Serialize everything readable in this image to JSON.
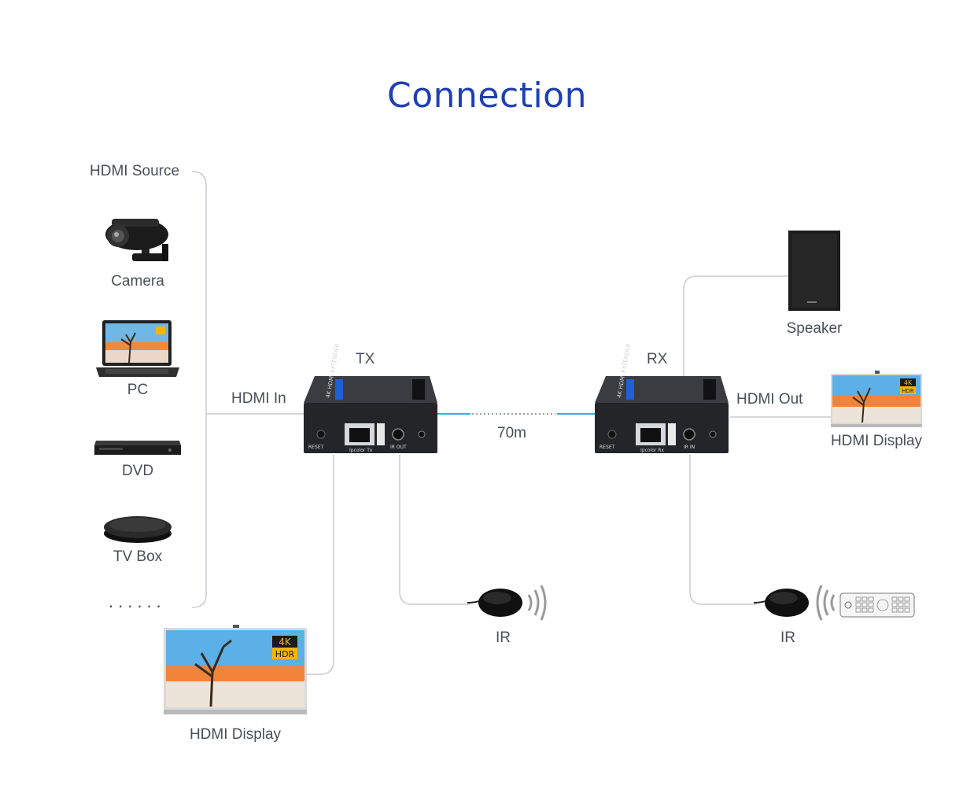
{
  "title": "Connection",
  "source_group": {
    "label": "HDMI Source",
    "items": [
      {
        "label": "Camera"
      },
      {
        "label": "PC"
      },
      {
        "label": "DVD"
      },
      {
        "label": "TV Box"
      }
    ],
    "ellipsis": "......"
  },
  "tx": {
    "label": "TX",
    "input_label": "HDMI In",
    "device_text": "4K HDMI EXTENDER",
    "port_reset": "RESET",
    "port_lan": "Ipcolor Tx",
    "port_ir": "IR OUT",
    "ir_label": "IR"
  },
  "link": {
    "distance": "70m"
  },
  "rx": {
    "label": "RX",
    "output_label": "HDMI Out",
    "device_text": "4K HDMI EXTENDER",
    "port_reset": "RESET",
    "port_lan": "Ipcolor Rx",
    "port_ir": "IR IN",
    "ir_label": "IR"
  },
  "speaker": {
    "label": "Speaker"
  },
  "displays": {
    "left": {
      "label": "HDMI Display",
      "badge_top": "4K",
      "badge_bottom": "HDR"
    },
    "right": {
      "label": "HDMI Display",
      "badge_top": "4K",
      "badge_bottom": "HDR"
    }
  },
  "colors": {
    "title": "#1f3fb3",
    "cable": "#29b6d8",
    "wire": "#c9ccd1",
    "device": "#2b2d31"
  }
}
